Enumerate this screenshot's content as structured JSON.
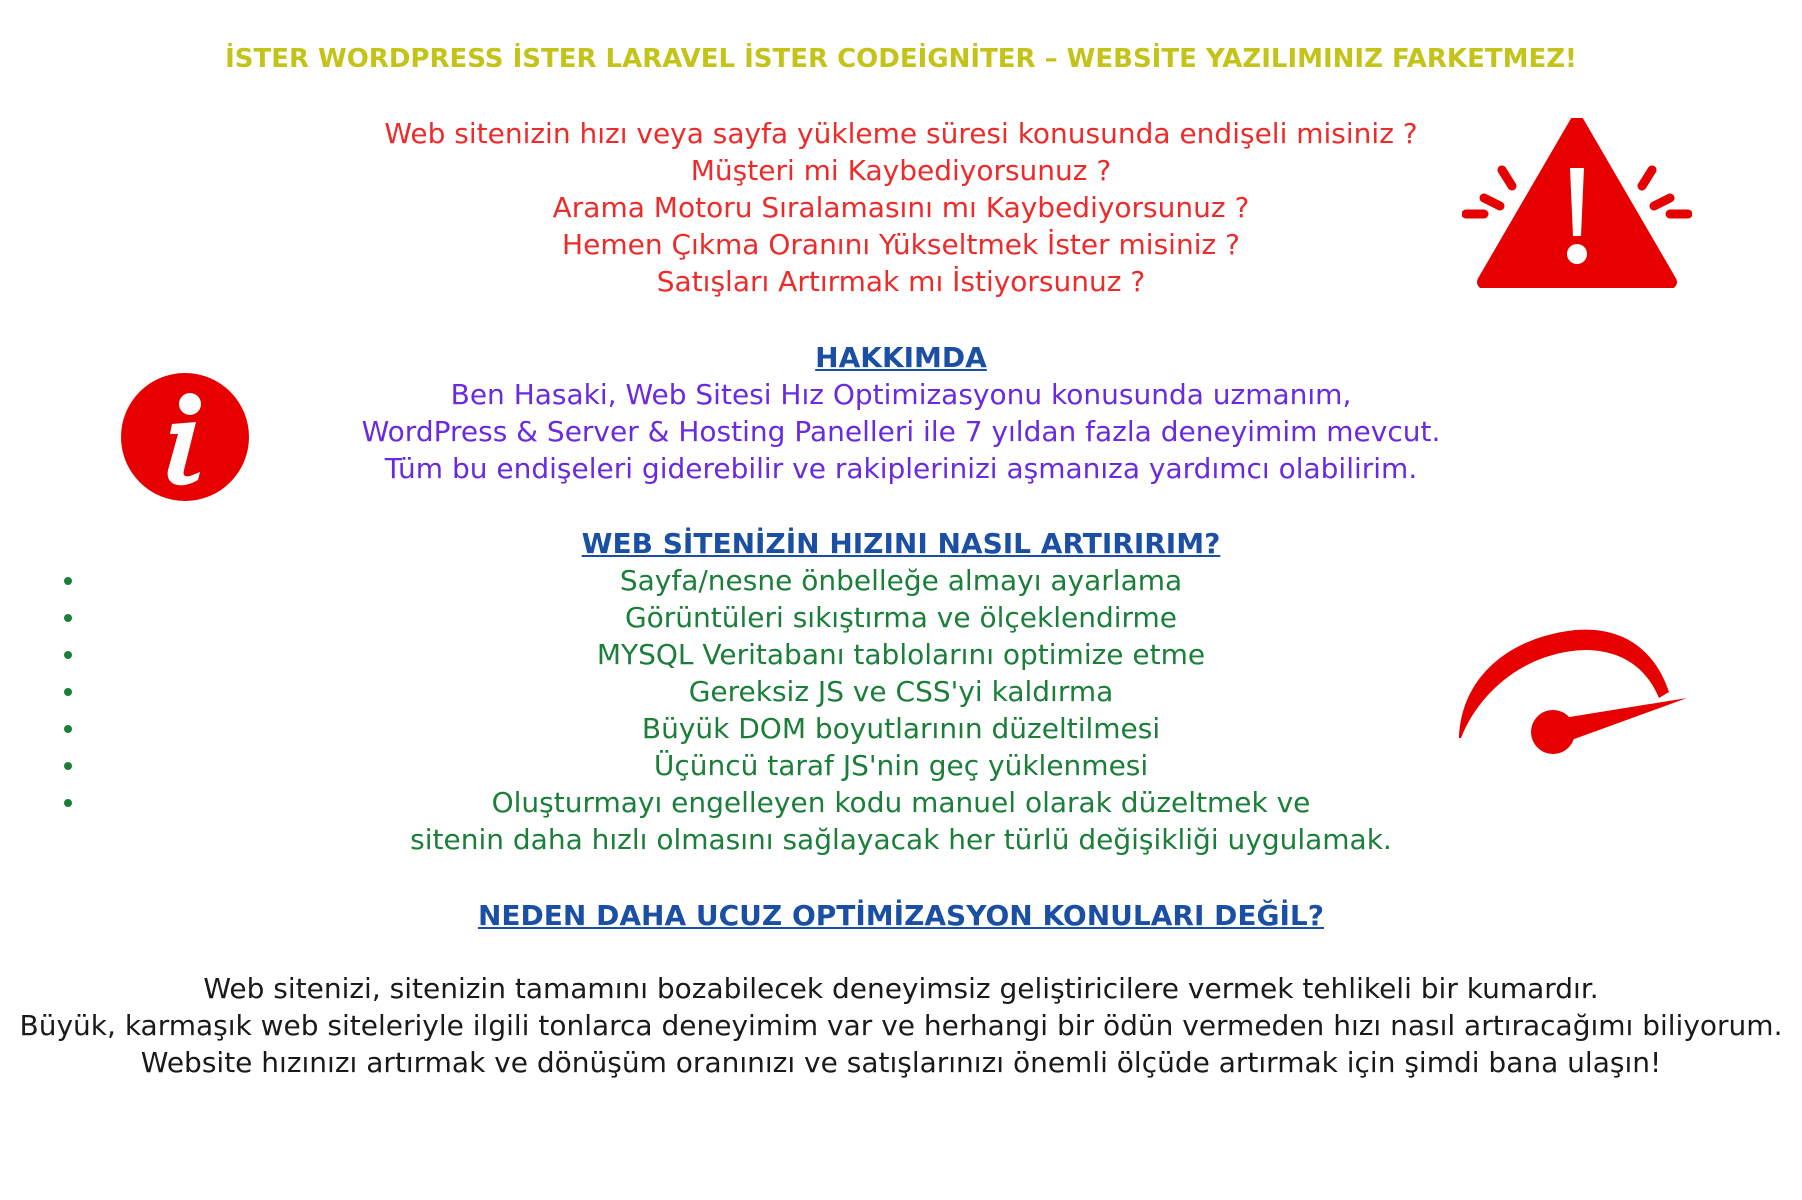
{
  "title": "İSTER WORDPRESS İSTER LARAVEL İSTER CODEİGNİTER – WEBSİTE YAZILIMINIZ FARKETMEZ!",
  "questions": [
    "Web sitenizin hızı veya sayfa yükleme süresi konusunda endişeli misiniz ?",
    "Müşteri mi Kaybediyorsunuz ?",
    "Arama Motoru Sıralamasını mı Kaybediyorsunuz ?",
    "Hemen Çıkma Oranını Yükseltmek İster misiniz ?",
    "Satışları Artırmak mı İstiyorsunuz ?"
  ],
  "about": {
    "heading": "HAKKIMDA",
    "lines": [
      "Ben Hasaki, Web Sitesi Hız Optimizasyonu konusunda uzmanım,",
      "WordPress & Server & Hosting Panelleri ile 7 yıldan fazla deneyimim mevcut.",
      "Tüm bu endişeleri giderebilir ve rakiplerinizi aşmanıza yardımcı olabilirim."
    ]
  },
  "speed": {
    "heading": "WEB SİTENİZİN HIZINI NASIL ARTIRIRIM?",
    "items": [
      "Sayfa/nesne önbelleğe almayı ayarlama",
      "Görüntüleri sıkıştırma ve ölçeklendirme",
      "MYSQL Veritabanı tablolarını optimize etme",
      "Gereksiz JS ve CSS'yi kaldırma",
      "Büyük DOM boyutlarının düzeltilmesi",
      "Üçüncü taraf JS'nin geç yüklenmesi",
      "Oluşturmayı engelleyen kodu manuel olarak düzeltmek ve"
    ],
    "continuation": "sitenin daha hızlı olmasını sağlayacak her türlü değişikliği uygulamak."
  },
  "why": {
    "heading": "NEDEN DAHA UCUZ OPTİMİZASYON KONULARI DEĞİL?",
    "lines": [
      "Web sitenizi, sitenizin tamamını bozabilecek deneyimsiz geliştiricilere vermek tehlikeli bir kumardır.",
      "Büyük, karmaşık web siteleriyle ilgili tonlarca deneyimim var ve herhangi bir ödün vermeden hızı nasıl artıracağımı biliyorum.",
      "Website hızınızı artırmak ve dönüşüm oranınızı ve satışlarınızı önemli ölçüde artırmak için şimdi bana ulaşın!"
    ]
  },
  "colors": {
    "title": "#c3c31a",
    "questions": "#ee2b2b",
    "headings": "#1a4fa3",
    "about": "#6a2be0",
    "list": "#1b7f3a",
    "body": "#1a1a1a",
    "icons": "#e60000"
  },
  "icons": [
    "warning-icon",
    "info-icon",
    "speedometer-icon"
  ]
}
